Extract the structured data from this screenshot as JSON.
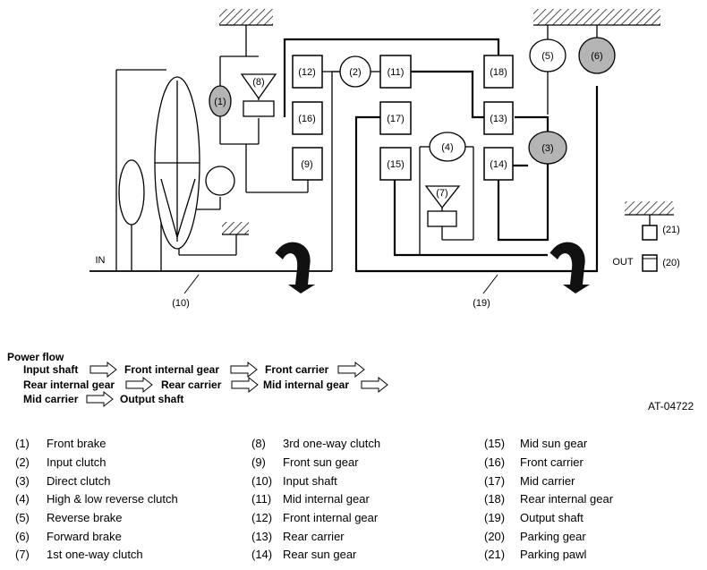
{
  "diagram": {
    "node_labels": {
      "n1": "(1)",
      "n2": "(2)",
      "n3": "(3)",
      "n4": "(4)",
      "n5": "(5)",
      "n6": "(6)",
      "n7": "(7)",
      "n8": "(8)",
      "n9": "(9)",
      "n10": "(10)",
      "n11": "(11)",
      "n12": "(12)",
      "n13": "(13)",
      "n14": "(14)",
      "n15": "(15)",
      "n16": "(16)",
      "n17": "(17)",
      "n18": "(18)",
      "n19": "(19)",
      "n20": "(20)",
      "n21": "(21)"
    },
    "in_label": "IN",
    "out_label": "OUT",
    "figure_code": "AT-04722",
    "highlight_color": "#b4b4b4"
  },
  "power_flow": {
    "title": "Power flow",
    "steps": {
      "input_shaft": "Input shaft",
      "front_internal_gear": "Front internal gear",
      "front_carrier": "Front carrier",
      "rear_internal_gear": "Rear internal gear",
      "rear_carrier": "Rear carrier",
      "mid_internal_gear": "Mid internal gear",
      "mid_carrier": "Mid carrier",
      "output_shaft": "Output shaft"
    }
  },
  "legend": [
    {
      "num": "(1)",
      "name": "Front brake"
    },
    {
      "num": "(2)",
      "name": "Input clutch"
    },
    {
      "num": "(3)",
      "name": "Direct clutch"
    },
    {
      "num": "(4)",
      "name": "High & low reverse clutch"
    },
    {
      "num": "(5)",
      "name": "Reverse brake"
    },
    {
      "num": "(6)",
      "name": "Forward brake"
    },
    {
      "num": "(7)",
      "name": "1st one-way clutch"
    },
    {
      "num": "(8)",
      "name": "3rd one-way clutch"
    },
    {
      "num": "(9)",
      "name": "Front sun gear"
    },
    {
      "num": "(10)",
      "name": "Input shaft"
    },
    {
      "num": "(11)",
      "name": "Mid internal gear"
    },
    {
      "num": "(12)",
      "name": "Front internal gear"
    },
    {
      "num": "(13)",
      "name": "Rear carrier"
    },
    {
      "num": "(14)",
      "name": "Rear sun gear"
    },
    {
      "num": "(15)",
      "name": "Mid sun gear"
    },
    {
      "num": "(16)",
      "name": "Front carrier"
    },
    {
      "num": "(17)",
      "name": "Mid carrier"
    },
    {
      "num": "(18)",
      "name": "Rear internal gear"
    },
    {
      "num": "(19)",
      "name": "Output shaft"
    },
    {
      "num": "(20)",
      "name": "Parking gear"
    },
    {
      "num": "(21)",
      "name": "Parking pawl"
    }
  ]
}
